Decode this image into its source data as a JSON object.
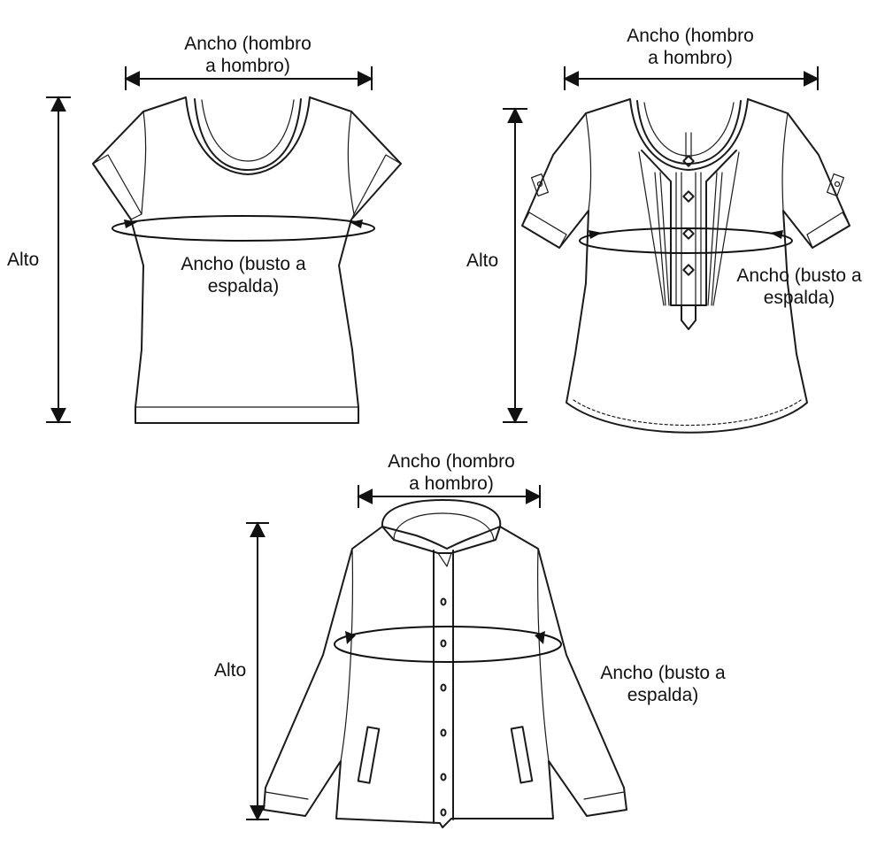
{
  "colors": {
    "line": "#1a1a1a",
    "background": "#ffffff"
  },
  "figures": [
    {
      "name": "tshirt",
      "width_label": [
        "Ancho (hombro",
        "a hombro)"
      ],
      "height_label": "Alto",
      "bust_label": [
        "Ancho (busto a",
        "espalda)"
      ]
    },
    {
      "name": "blouse",
      "width_label": [
        "Ancho (hombro",
        "a hombro)"
      ],
      "height_label": "Alto",
      "bust_label": [
        "Ancho (busto a",
        "espalda)"
      ]
    },
    {
      "name": "jacket",
      "width_label": [
        "Ancho (hombro",
        "a hombro)"
      ],
      "height_label": "Alto",
      "bust_label": [
        "Ancho (busto a",
        "espalda)"
      ]
    }
  ]
}
